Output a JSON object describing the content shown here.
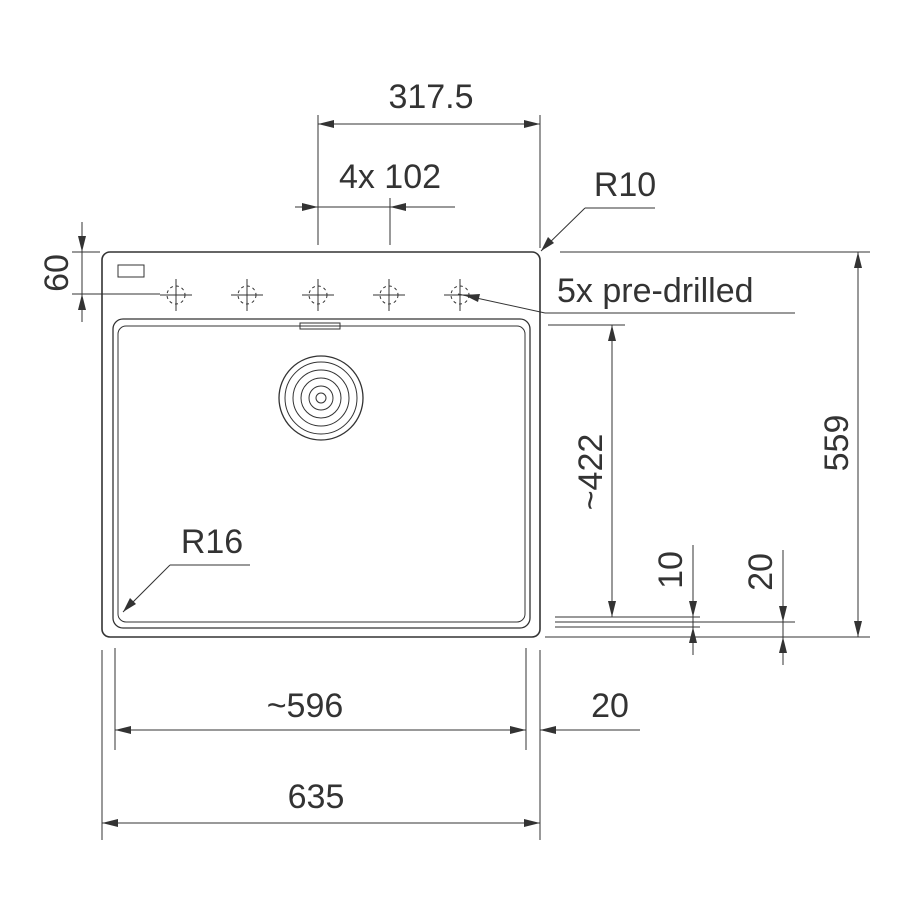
{
  "diagram": {
    "dimensions": {
      "width_overall": "635",
      "width_bowl": "~596",
      "rim_side": "20",
      "half_width": "317.5",
      "hole_spacing": "4x 102",
      "depth_overall": "559",
      "depth_bowl": "~422",
      "front_offset_10": "10",
      "front_offset_20": "20",
      "back_rim": "60"
    },
    "radii": {
      "corner_outer": "R10",
      "corner_bowl": "R16"
    },
    "callouts": {
      "tap_holes": "5x pre-drilled"
    },
    "tap_hole_count": 5,
    "colors": {
      "line": "#333333",
      "background": "#ffffff"
    }
  }
}
